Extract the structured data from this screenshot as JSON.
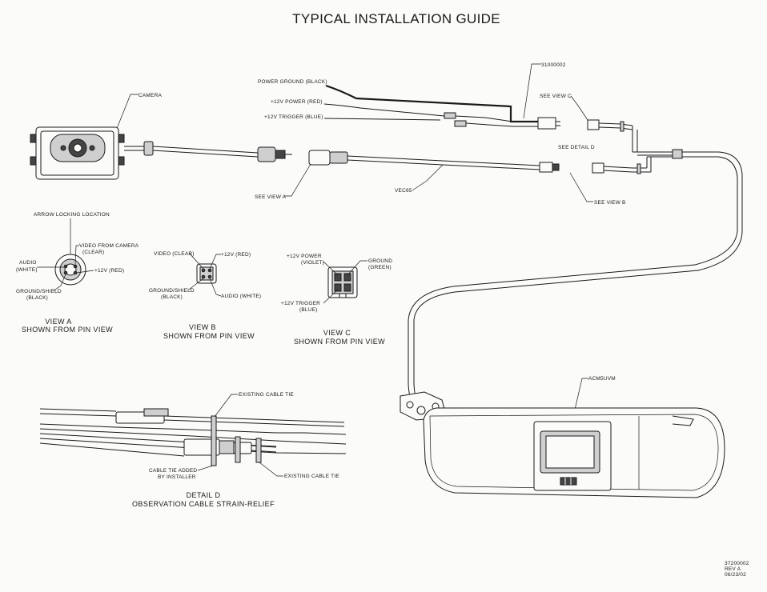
{
  "title": "TYPICAL INSTALLATION GUIDE",
  "labels": {
    "part_harness": "31000002",
    "power_ground": "POWER GROUND (BLACK)",
    "power_12v": "+12V POWER (RED)",
    "trigger_12v": "+12V TRIGGER (BLUE)",
    "see_view_c": "SEE VIEW C",
    "see_detail_d": "SEE DETAIL D",
    "camera": "CAMERA",
    "see_view_a": "SEE VIEW A",
    "vec65": "VEC65",
    "see_view_b": "SEE VIEW B",
    "visor_model": "ACM5UVM"
  },
  "view_a": {
    "arrow_locking": "ARROW LOCKING LOCATION",
    "video_line1": "VIDEO FROM CAMERA",
    "video_line2": "(CLEAR)",
    "audio_line1": "AUDIO",
    "audio_line2": "(WHITE)",
    "power": "+12V (RED)",
    "ground_line1": "GROUND/SHIELD",
    "ground_line2": "(BLACK)",
    "caption_line1": "VIEW A",
    "caption_line2": "SHOWN FROM PIN VIEW"
  },
  "view_b": {
    "video": "VIDEO (CLEAR)",
    "power": "+12V (RED)",
    "ground_line1": "GROUND/SHIELD",
    "ground_line2": "(BLACK)",
    "audio": "AUDIO (WHITE)",
    "caption_line1": "VIEW B",
    "caption_line2": "SHOWN FROM PIN VIEW"
  },
  "view_c": {
    "power_line1": "+12V POWER",
    "power_line2": "(VIOLET)",
    "ground_line1": "GROUND",
    "ground_line2": "(GREEN)",
    "trigger_line1": "+12V TRIGGER",
    "trigger_line2": "(BLUE)",
    "caption_line1": "VIEW C",
    "caption_line2": "SHOWN FROM PIN VIEW"
  },
  "detail_d": {
    "existing_tie_top": "EXISTING CABLE TIE",
    "added_tie_line1": "CABLE TIE ADDED",
    "added_tie_line2": "BY INSTALLER",
    "existing_tie_bottom": "EXISTING CABLE TIE",
    "caption_line1": "DETAIL D",
    "caption_line2": "OBSERVATION CABLE STRAIN-RELIEF"
  },
  "doc_info": {
    "number": "37200002",
    "revision": "REV A",
    "date": "06/23/02"
  }
}
